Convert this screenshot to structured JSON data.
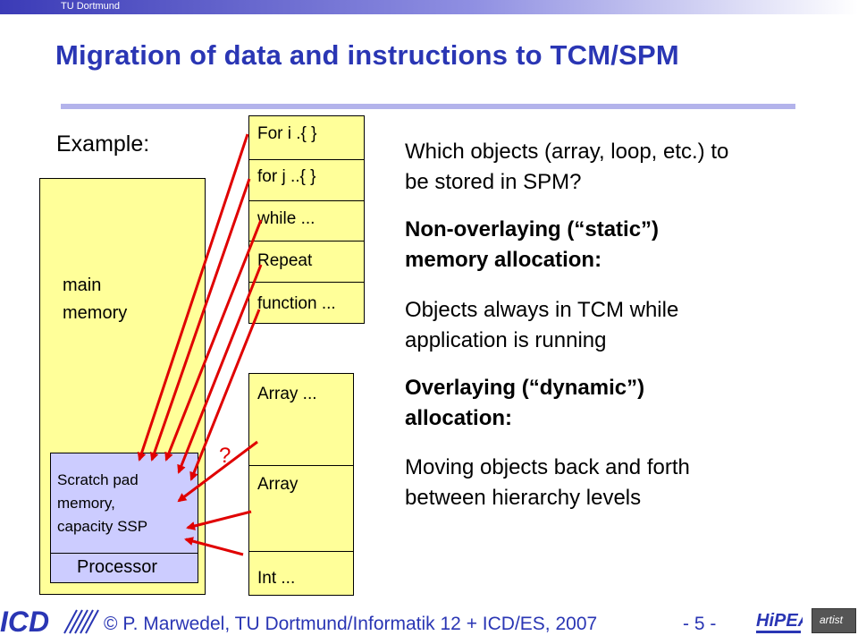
{
  "header": {
    "institution": "TU Dortmund"
  },
  "slide": {
    "title": "Migration of data and instructions to TCM/SPM",
    "example_label": "Example:",
    "main_memory_label_line1": "main",
    "main_memory_label_line2": "memory",
    "spm_line1": "Scratch pad",
    "spm_line2": "memory,",
    "spm_line3": "capacity SSP",
    "processor_label": "Processor",
    "question_mark": "?",
    "code_objects": [
      "For i .{   }",
      "for j ..{   }",
      "while ...",
      "Repeat",
      "function ..."
    ],
    "data_objects": [
      "Array ...",
      "Array",
      "Int ..."
    ],
    "right_text": {
      "question_line1": "Which objects (array, loop, etc.) to",
      "question_line2": "be stored in SPM?",
      "static_heading_line1": "Non-overlaying (“static”)",
      "static_heading_line2": "memory allocation:",
      "static_desc_line1": "Objects always in TCM while",
      "static_desc_line2": "application is running",
      "dynamic_heading_line1": "Overlaying (“dynamic”)",
      "dynamic_heading_line2": "allocation:",
      "dynamic_desc_line1": "Moving objects back and forth",
      "dynamic_desc_line2": "between hierarchy levels"
    }
  },
  "footer": {
    "logo_text": "ICD",
    "copyright": "  P. Marwedel, TU Dortmund/Informatik 12 + ICD/ES, 2007",
    "page_number": "-  5 -",
    "hipeac_logo": "HiPEAC",
    "artist_logo": "artist"
  },
  "colors": {
    "title_blue": "#2a36b4",
    "memory_yellow": "#ffff99",
    "processor_lilac": "#ccccff",
    "arrow_red": "#e00000"
  }
}
